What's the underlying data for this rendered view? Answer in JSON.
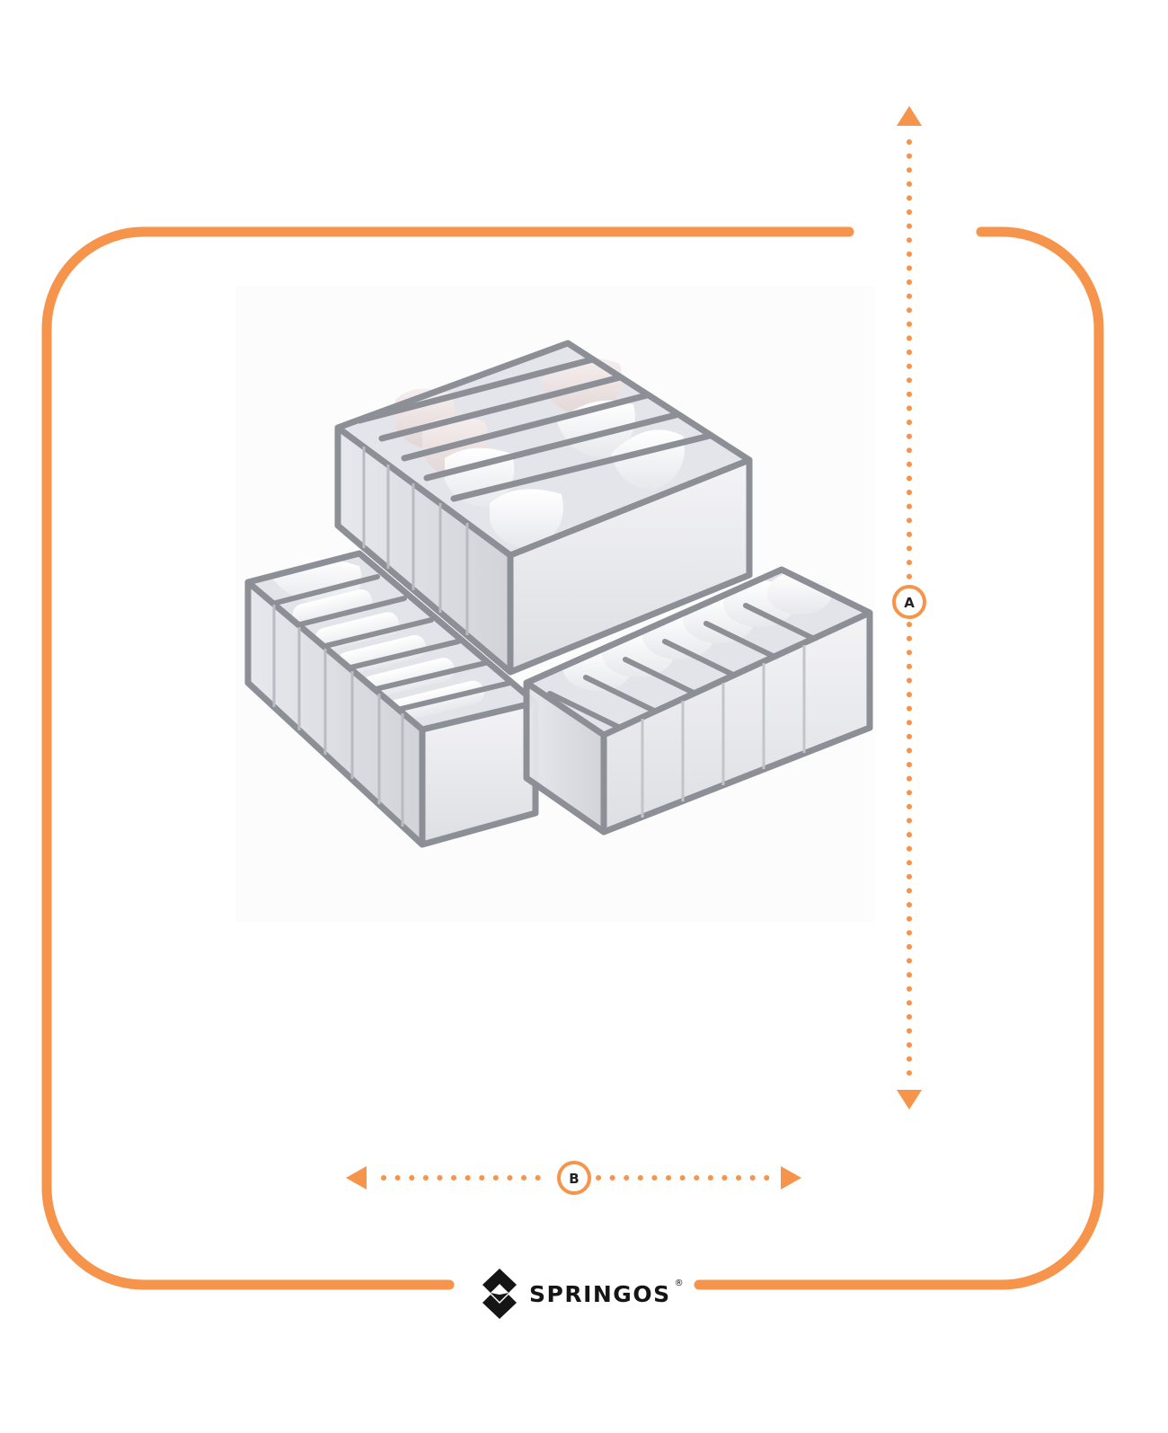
{
  "dimensions": {
    "height_label": "A",
    "width_label": "B"
  },
  "brand": {
    "name": "SPRINGOS",
    "registered_mark": "®"
  },
  "product": {
    "item_count": 3,
    "description_icon": "mesh-drawer-organizer-set"
  },
  "colors": {
    "accent": "#F6944B",
    "product_frame": "#8c8f96",
    "text": "#151515"
  }
}
